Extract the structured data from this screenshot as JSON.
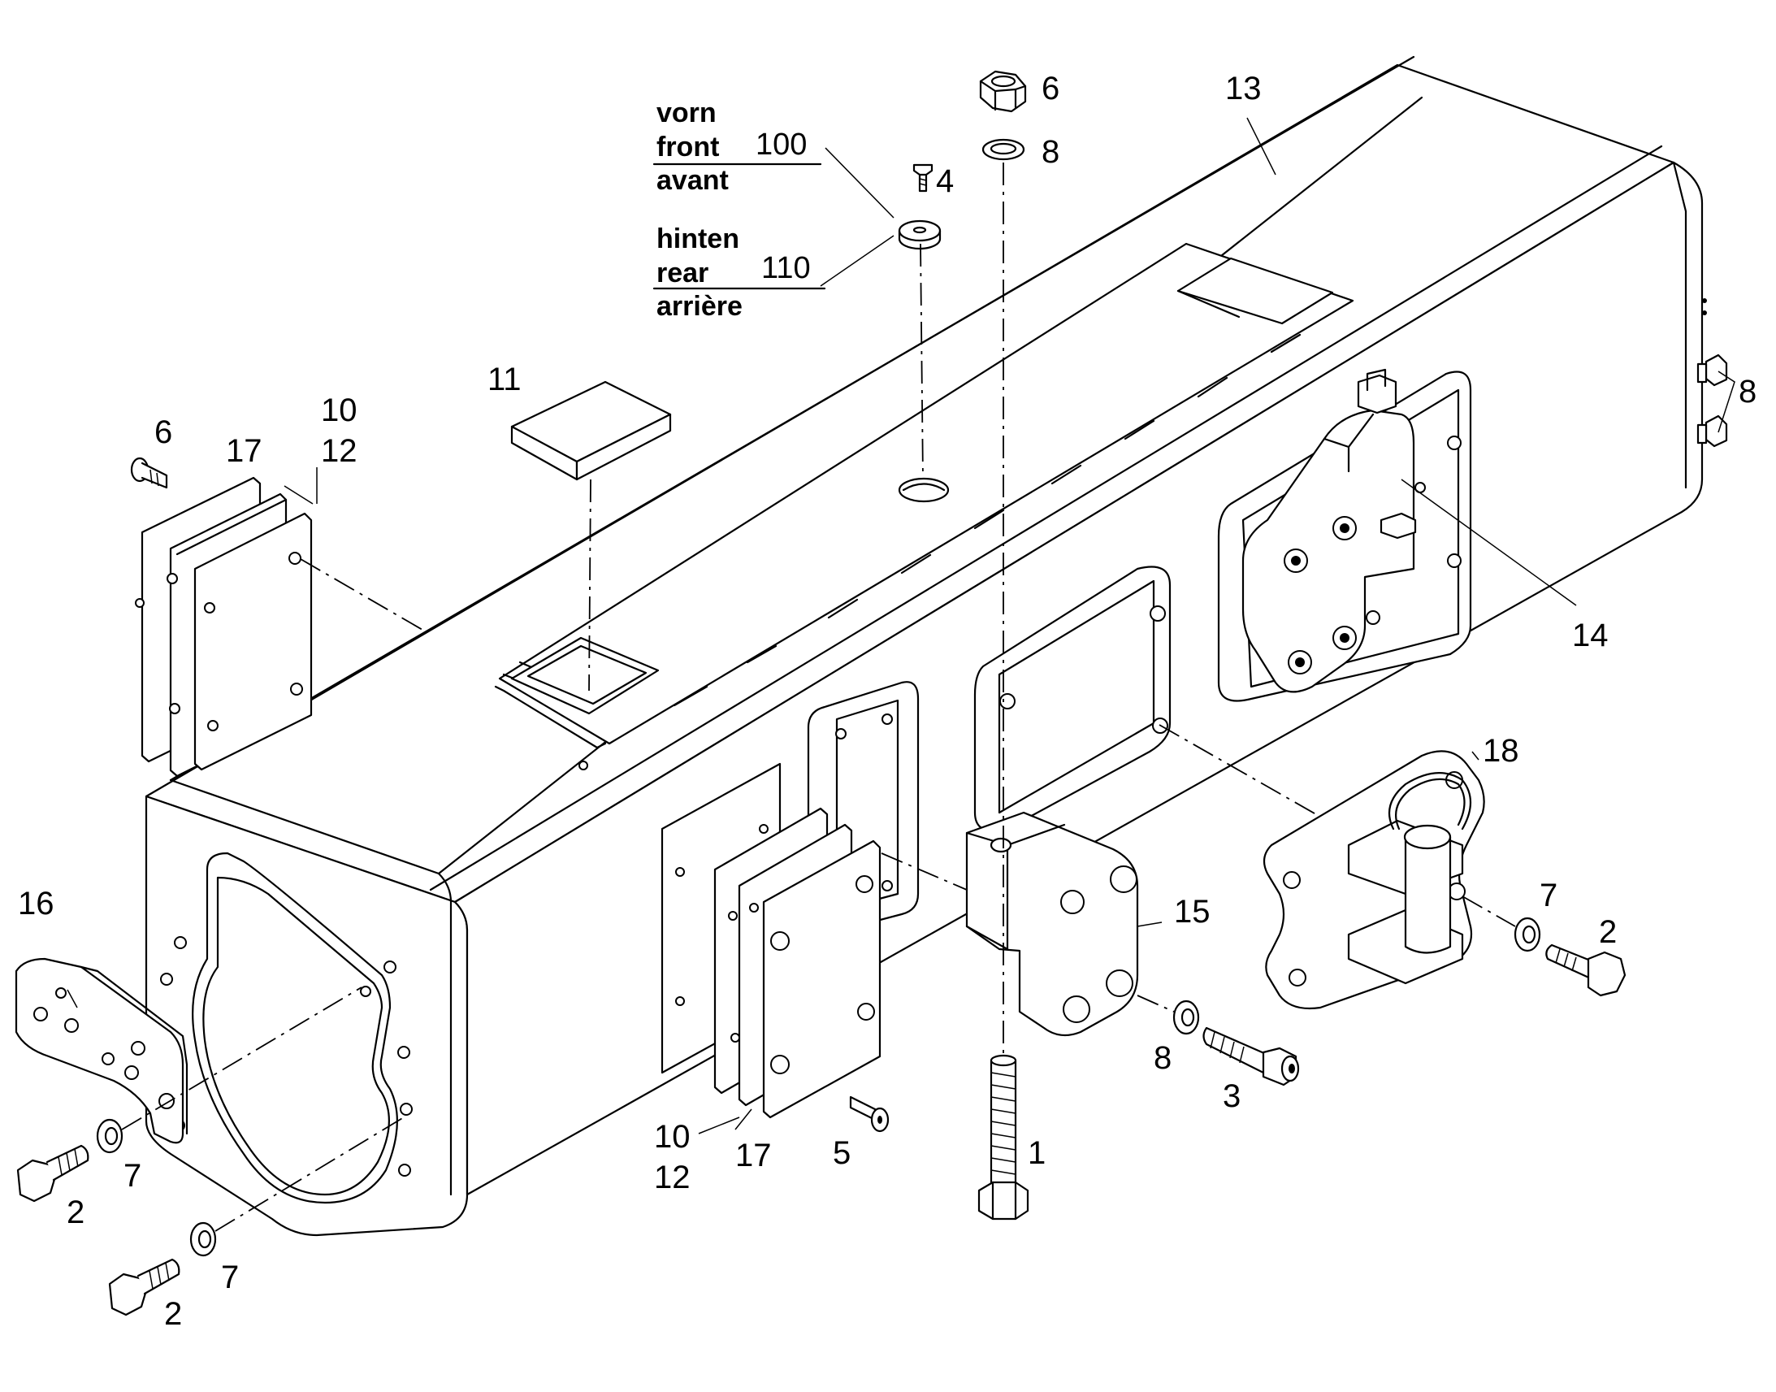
{
  "legend": {
    "front": {
      "de": "vorn",
      "en": "front",
      "fr": "avant",
      "ref": "100"
    },
    "rear": {
      "de": "hinten",
      "en": "rear",
      "fr": "arrière",
      "ref": "110"
    }
  },
  "callouts": {
    "c1": "1",
    "c2a": "2",
    "c2b": "2",
    "c2c": "2",
    "c3": "3",
    "c4": "4",
    "c5": "5",
    "c6a": "6",
    "c6b": "6",
    "c7a": "7",
    "c7b": "7",
    "c7c": "7",
    "c8a": "8",
    "c8b": "8",
    "c8c": "8",
    "c10a": "10",
    "c10b": "10",
    "c11": "11",
    "c12a": "12",
    "c12b": "12",
    "c13": "13",
    "c14": "14",
    "c15": "15",
    "c16": "16",
    "c17a": "17",
    "c17b": "17",
    "c18": "18"
  }
}
